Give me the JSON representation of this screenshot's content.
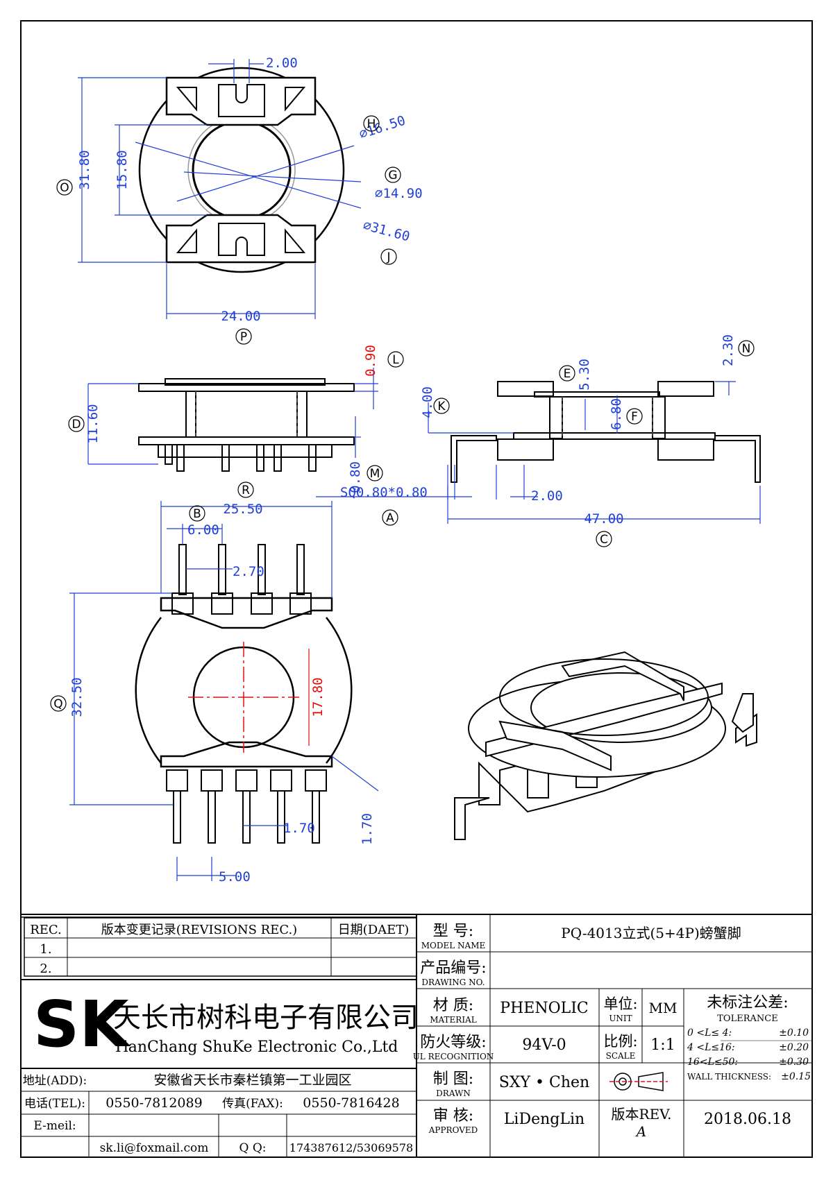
{
  "dims": {
    "top_width": "2.00",
    "top_height": "31.80",
    "top_inner_height": "15.80",
    "top_bottom_width": "24.00",
    "diam_outer": "⌀16.50",
    "diam_inner": "⌀14.90",
    "diam_flange": "⌀31.60",
    "side_flange": "0.90",
    "side_height": "11.60",
    "pin_size": "SQ0.80*0.80",
    "pin_h": "0.80",
    "right_top": "2.30",
    "right_e": "5.30",
    "right_k": "4.00",
    "right_f": "6.80",
    "right_pitch": "2.00",
    "right_span": "47.00",
    "bot_width": "25.50",
    "bot_pitch": "6.00",
    "bot_small": "2.70",
    "bot_height": "32.50",
    "bot_hole": "17.80",
    "bot_pin": "1.70",
    "bot_pin2": "1.70",
    "bot_pitch2": "5.00"
  },
  "callouts": {
    "H": "H",
    "G": "G",
    "J": "J",
    "O": "O",
    "P": "P",
    "L": "L",
    "D": "D",
    "M": "M",
    "R": "R",
    "A": "A",
    "E": "E",
    "N": "N",
    "K": "K",
    "F": "F",
    "C": "C",
    "B": "B",
    "Q": "Q"
  },
  "title_block": {
    "rev_header": "REC.",
    "rev_rec": "版本变更记录(REVISIONS REC.)",
    "date_header": "日期(DAET)",
    "row1": "1.",
    "row2": "2.",
    "model_label": "型    号:",
    "model_label_en": "MODEL NAME",
    "model_value": "PQ-4013立式(5+4P)螃蟹脚",
    "drawing_label": "产品编号:",
    "drawing_label_en": "DRAWING NO.",
    "company_cn": "天长市树科电子有限公司",
    "company_en": "TianChang ShuKe Electronic Co.,Ltd",
    "logo": "SK",
    "material_label": "材   质:",
    "material_label_en": "MATERIAL",
    "material_value": "PHENOLIC",
    "unit_label": "单位:",
    "unit_label_en": "UNIT",
    "unit_value": "MM",
    "tolerance_label": "未标注公差:",
    "tolerance_label_en": "TOLERANCE",
    "fire_label": "防火等级:",
    "fire_label_en": "UL RECOGNITION",
    "fire_value": "94V-0",
    "scale_label": "比例:",
    "scale_label_en": "SCALE",
    "scale_value": "1:1",
    "tol1": "0 <L≤ 4:",
    "tol1v": "±0.10",
    "tol2": "4 <L≤16:",
    "tol2v": "±0.20",
    "tol3": "16<L≤50:",
    "tol3v": "±0.30",
    "tol4": "WALL THICKNESS:",
    "tol4v": "±0.15",
    "drawn_label": "制   图:",
    "drawn_label_en": "DRAWN",
    "drawn_value": "SXY • Chen",
    "approved_label": "审   核:",
    "approved_label_en": "APPROVED",
    "approved_value": "LiDengLin",
    "rev_label": "版本REV.",
    "rev_value": "A",
    "date_value": "2018.06.18",
    "addr_label": "地址(ADD):",
    "addr_value": "安徽省天长市秦栏镇第一工业园区",
    "tel_label": "电话(TEL):",
    "tel_value": "0550-7812089",
    "fax_label": "传真(FAX):",
    "fax_value": "0550-7816428",
    "email_label": "E-meil:",
    "email_value": "sk.li@foxmail.com",
    "qq_label": "Q Q:",
    "qq_value": "174387612/53069578"
  }
}
